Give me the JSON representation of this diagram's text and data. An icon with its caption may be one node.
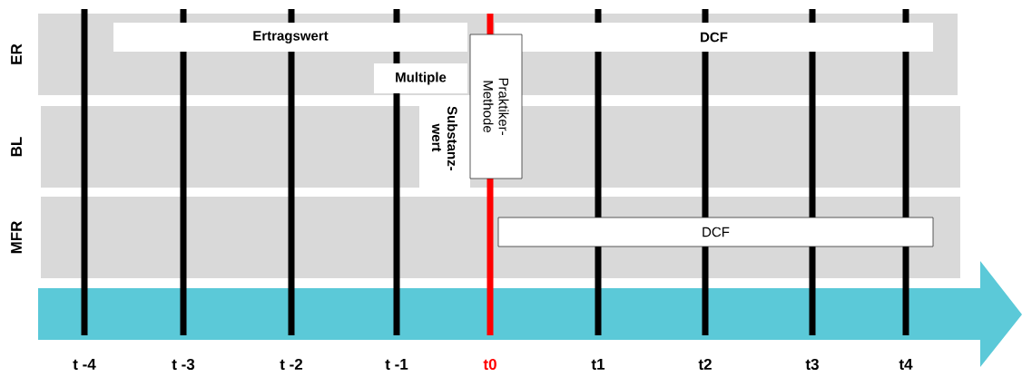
{
  "diagram": {
    "nodes": [
      {
        "text": [
          "ER"
        ]
      },
      {
        "text": [
          "BL"
        ]
      },
      {
        "text": [
          "MFR"
        ]
      },
      {
        "text": [
          "Ertragswert"
        ],
        "in": 0
      },
      {
        "text": [
          "DCF"
        ],
        "in": 0
      },
      {
        "text": [
          "Multiple"
        ],
        "in": 0
      },
      {
        "text": [
          "Praktiker- Methode"
        ]
      },
      {
        "text": [
          "DCF"
        ],
        "in": 2
      }
    ],
    "edges": [],
    "labels": [
      "Substanz- wert",
      "t -4",
      "t -3",
      "t -2",
      "t -1",
      "t0",
      "t1",
      "t2",
      "t3",
      "t4"
    ]
  }
}
